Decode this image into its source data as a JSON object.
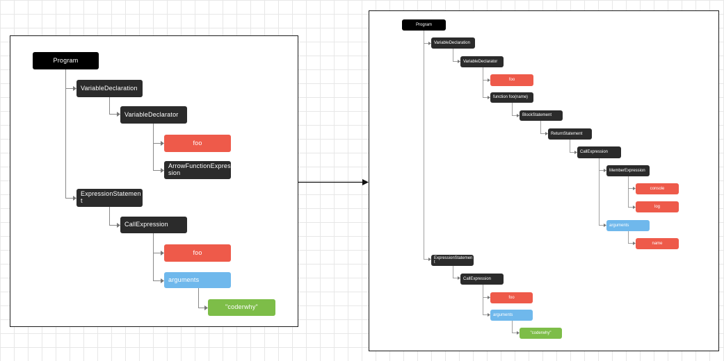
{
  "left_tree": {
    "program": "Program",
    "variable_declaration": "VariableDeclaration",
    "variable_declarator": "VariableDeclarator",
    "foo_id": "foo",
    "arrow_function": "ArrowFunctionExpression",
    "expression_statement": "ExpressionStatement",
    "call_expression": "CallExpression",
    "foo_callee": "foo",
    "arguments": "arguments",
    "coderwhy": "\"coderwhy\""
  },
  "right_tree": {
    "program": "Program",
    "variable_declaration": "VariableDeclaration",
    "variable_declarator": "VariableDeclarator",
    "foo_id": "foo",
    "function_foo": "function foo(name)",
    "block_statement": "BlockStatement",
    "return_statement": "ReturnStatement",
    "call_expression": "CallExpression",
    "member_expression": "MemberExpression",
    "console": "console",
    "log": "log",
    "arguments": "arguments",
    "name": "name",
    "expression_statement": "ExpressionStatement",
    "call_expression_2": "CallExpression",
    "foo_callee": "foo",
    "arguments_2": "arguments",
    "coderwhy": "\"coderwhy\""
  },
  "colors": {
    "root": "#000000",
    "node": "#2b2b2b",
    "identifier": "#ee5a4a",
    "arguments": "#6fb8ec",
    "string_literal": "#7dbd48",
    "connector": "#888888"
  }
}
